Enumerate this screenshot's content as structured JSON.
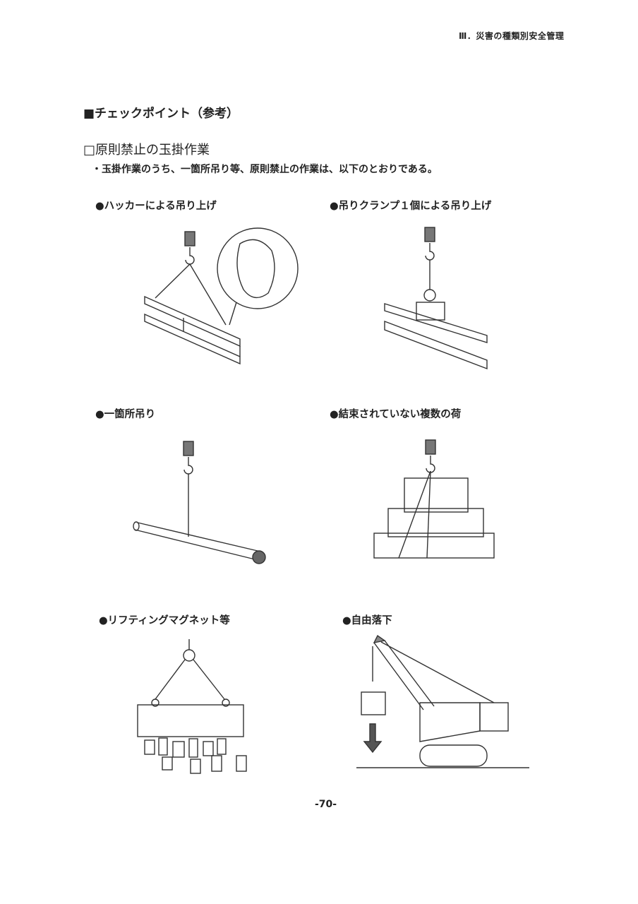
{
  "header": "Ⅲ．災害の種類別安全管理",
  "section_title": "■チェックポイント（参考）",
  "subsection_title": "□原則禁止の玉掛作業",
  "intro": "・玉掛作業のうち、一箇所吊り等、原則禁止の作業は、以下のとおりである。",
  "items": [
    {
      "caption": "●ハッカーによる吊り上げ"
    },
    {
      "caption": "●吊りクランプ１個による吊り上げ"
    },
    {
      "caption": "●一箇所吊り"
    },
    {
      "caption": "●結束されていない複数の荷"
    },
    {
      "caption": "●リフティングマグネット等"
    },
    {
      "caption": "●自由落下"
    }
  ],
  "page_number": "-70-"
}
